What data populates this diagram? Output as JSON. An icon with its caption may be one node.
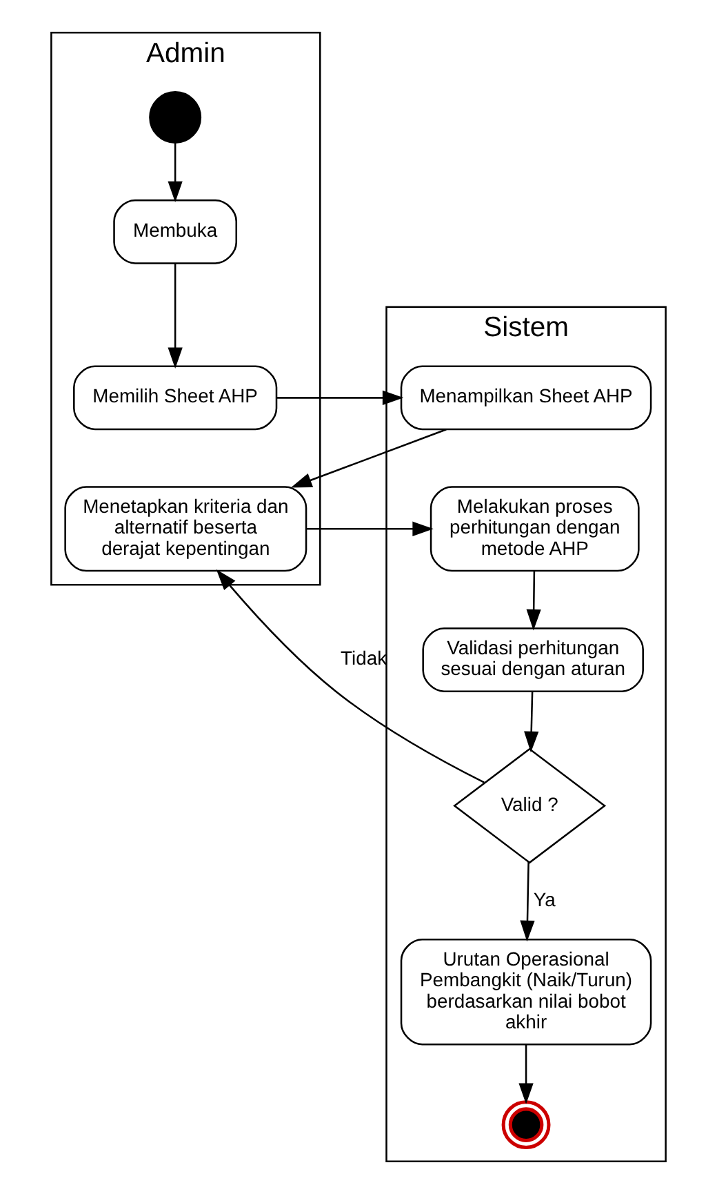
{
  "diagram": {
    "nodes": [
      {
        "text": [
          "Admin"
        ]
      },
      {
        "text": [
          "Sistem"
        ]
      },
      {
        "text": [],
        "shape": "circle",
        "in": 0
      },
      {
        "text": [
          "Membuka"
        ],
        "in": 0
      },
      {
        "text": [
          "Memilih Sheet AHP"
        ],
        "in": 0
      },
      {
        "text": [
          "Menampilkan Sheet AHP"
        ],
        "in": 1
      },
      {
        "text": [
          "Menetapkan kriteria dan alternatif beserta derajat kepentingan"
        ],
        "in": 0
      },
      {
        "text": [
          "Melakukan proses perhitungan dengan metode AHP"
        ],
        "in": 1
      },
      {
        "text": [
          "Validasi perhitungan sesuai dengan aturan"
        ],
        "in": 1
      },
      {
        "text": [
          "Valid ?"
        ],
        "in": 1
      },
      {
        "text": [
          "Urutan Operasional Pembangkit (Naik/Turun) berdasarkan nilai bobot akhir"
        ],
        "in": 1
      },
      {
        "text": [],
        "shape": "target",
        "in": 1
      }
    ],
    "edges": [
      {
        "from": 2,
        "to": 3,
        "arrow": "to"
      },
      {
        "from": 3,
        "to": 4,
        "arrow": "to"
      },
      {
        "from": 4,
        "to": 5,
        "arrow": "to"
      },
      {
        "from": 5,
        "to": 6,
        "arrow": "to"
      },
      {
        "from": 6,
        "to": 7,
        "arrow": "to"
      },
      {
        "from": 7,
        "to": 8,
        "arrow": "to"
      },
      {
        "from": 8,
        "to": 9,
        "arrow": "to"
      },
      {
        "from": 9,
        "to": 6,
        "label": "Tidak",
        "arrow": "to"
      },
      {
        "from": 9,
        "to": 10,
        "label": "Ya",
        "arrow": "to"
      },
      {
        "from": 10,
        "to": 11,
        "arrow": "to"
      }
    ]
  }
}
